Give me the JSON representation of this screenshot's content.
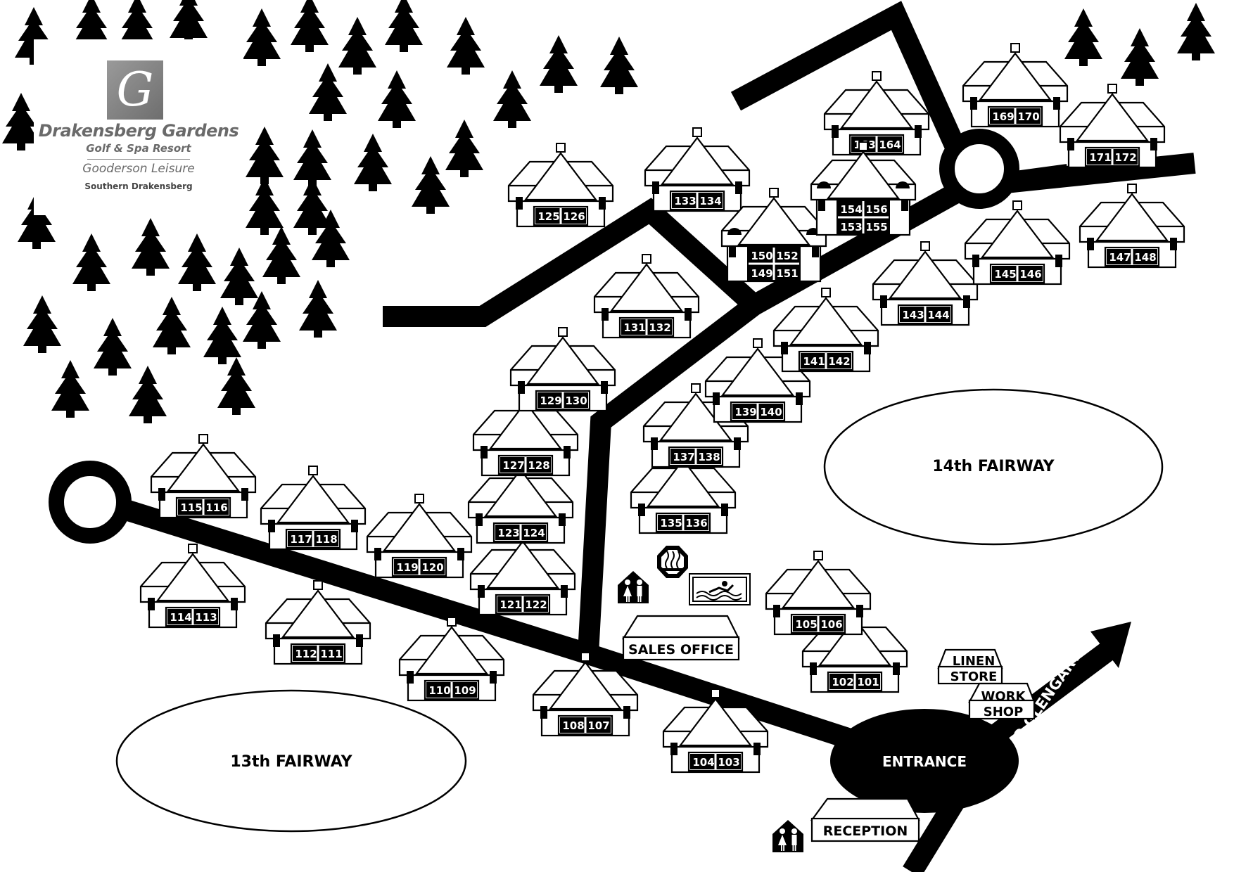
{
  "logo": {
    "brand_mark": "G",
    "name": "Drakensberg Gardens",
    "subtitle": "Golf & Spa Resort",
    "operator": "Gooderson Leisure",
    "region": "Southern Drakensberg"
  },
  "areas": {
    "fairway_13": "13th FAIRWAY",
    "fairway_14": "14th FAIRWAY",
    "entrance": "ENTRANCE",
    "direction": "TO GLENGARY"
  },
  "facilities": {
    "sales_office": "SALES OFFICE",
    "reception": "RECEPTION",
    "linen_store_line1": "LINEN",
    "linen_store_line2": "STORE",
    "work_shop_line1": "WORK",
    "work_shop_line2": "SHOP"
  },
  "icons": {
    "pool": "swimmer-icon",
    "spa": "sauna-icon",
    "restroom": "restroom-icon",
    "tree": "pine-tree-icon"
  },
  "chalets": [
    {
      "id": "c115",
      "units": [
        "115",
        "116"
      ]
    },
    {
      "id": "c117",
      "units": [
        "117",
        "118"
      ]
    },
    {
      "id": "c119",
      "units": [
        "119",
        "120"
      ]
    },
    {
      "id": "c114",
      "units": [
        "114",
        "113"
      ]
    },
    {
      "id": "c112",
      "units": [
        "112",
        "111"
      ]
    },
    {
      "id": "c110",
      "units": [
        "110",
        "109"
      ]
    },
    {
      "id": "c108",
      "units": [
        "108",
        "107"
      ]
    },
    {
      "id": "c104",
      "units": [
        "104",
        "103"
      ]
    },
    {
      "id": "c102",
      "units": [
        "102",
        "101"
      ]
    },
    {
      "id": "c105",
      "units": [
        "105",
        "106"
      ]
    },
    {
      "id": "c121",
      "units": [
        "121",
        "122"
      ]
    },
    {
      "id": "c123",
      "units": [
        "123",
        "124"
      ]
    },
    {
      "id": "c127",
      "units": [
        "127",
        "128"
      ]
    },
    {
      "id": "c129",
      "units": [
        "129",
        "130"
      ]
    },
    {
      "id": "c131",
      "units": [
        "131",
        "132"
      ]
    },
    {
      "id": "c125",
      "units": [
        "125",
        "126"
      ]
    },
    {
      "id": "c133",
      "units": [
        "133",
        "134"
      ]
    },
    {
      "id": "c135",
      "units": [
        "135",
        "136"
      ]
    },
    {
      "id": "c137",
      "units": [
        "137",
        "138"
      ]
    },
    {
      "id": "c139",
      "units": [
        "139",
        "140"
      ]
    },
    {
      "id": "c141",
      "units": [
        "141",
        "142"
      ]
    },
    {
      "id": "c143",
      "units": [
        "143",
        "144"
      ]
    },
    {
      "id": "c145",
      "units": [
        "145",
        "146"
      ]
    },
    {
      "id": "c147",
      "units": [
        "147",
        "148"
      ]
    },
    {
      "id": "c163",
      "units": [
        "163",
        "164"
      ]
    },
    {
      "id": "c169",
      "units": [
        "169",
        "170"
      ]
    },
    {
      "id": "c171",
      "units": [
        "171",
        "172"
      ]
    },
    {
      "id": "c150",
      "units": [
        "150",
        "152",
        "149",
        "151"
      ]
    },
    {
      "id": "c154",
      "units": [
        "154",
        "156",
        "153",
        "155"
      ]
    }
  ]
}
